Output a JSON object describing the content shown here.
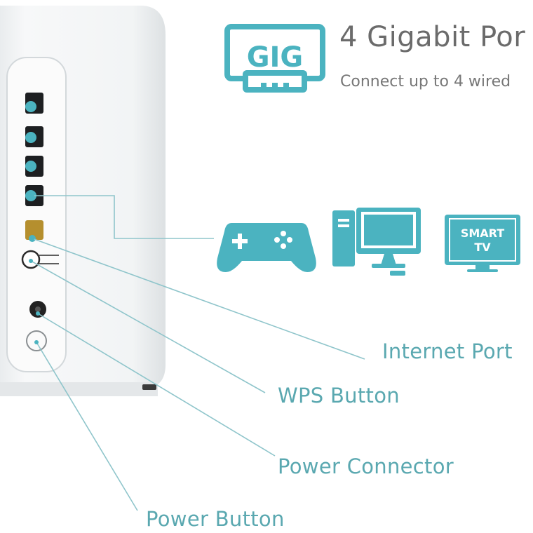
{
  "header": {
    "badge_text": "GIG",
    "title": "4 Gigabit Por",
    "subtitle": "Connect up to 4 wired"
  },
  "devices": [
    {
      "name": "game-controller",
      "icon": "gamepad-icon"
    },
    {
      "name": "desktop-computer",
      "icon": "desktop-icon"
    },
    {
      "name": "smart-tv",
      "icon": "smart-tv-icon",
      "screen_text_line1": "SMART",
      "screen_text_line2": "TV"
    }
  ],
  "callouts": {
    "internet_port": "Internet Port",
    "wps_button": "WPS Button",
    "power_connector": "Power Connector",
    "power_button": "Power Button"
  },
  "colors": {
    "accent": "#4bb3c0",
    "label": "#5aa8b0",
    "leader_line": "#8fc5cb",
    "device_body": "#f4f6f7",
    "internet_port": "#b58f2e"
  }
}
